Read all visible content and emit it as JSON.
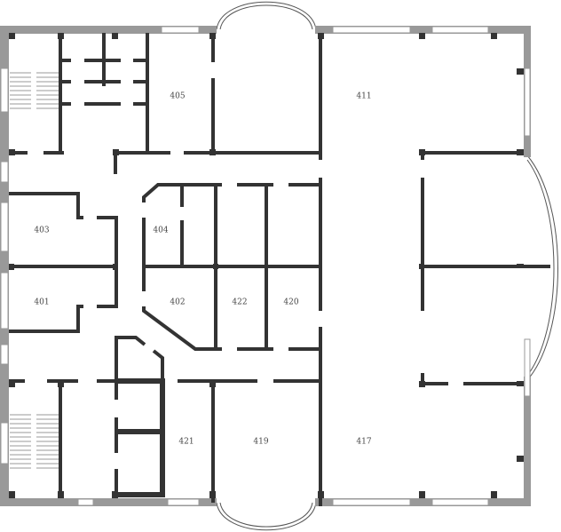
{
  "title": "Floor plan - 4th floor",
  "rooms": {
    "r401": "401",
    "r402": "402",
    "r403": "403",
    "r404": "404",
    "r405": "405",
    "r411": "411",
    "r417": "417",
    "r419": "419",
    "r420": "420",
    "r421": "421",
    "r422": "422"
  },
  "colors": {
    "wall": "#333333",
    "outer_wall": "#999999",
    "background": "#ffffff"
  }
}
